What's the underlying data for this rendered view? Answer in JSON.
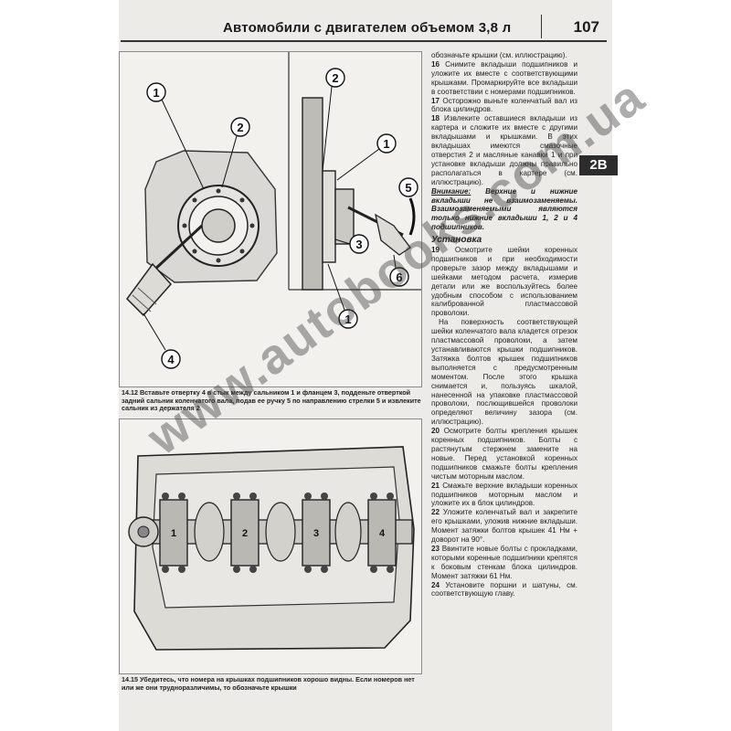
{
  "header": {
    "title": "Автомобили с двигателем объемом 3,8 л",
    "page_number": "107"
  },
  "tab_label": "2B",
  "figure1": {
    "callouts": [
      "1",
      "2",
      "4",
      "2",
      "1",
      "5",
      "3",
      "6",
      "1"
    ],
    "caption": "14.12 Вставьте отвертку 4 в стык между сальником 1 и фланцем 3, подденьте отверткой задний сальник коленчатого вала, подав ее ручку 5 по направлению стрелки 5 и извлеките сальник из держателя 2"
  },
  "figure2": {
    "callouts": [
      "1",
      "2",
      "3",
      "4"
    ],
    "caption": "14.15 Убедитесь, что номера на крышках подшипников хорошо видны. Если номеров нет или же они трудноразличимы, то обозначьте крышки"
  },
  "text": {
    "p0": "обозначьте крышки (см. иллюстрацию).",
    "n16": "16",
    "p16": "Снимите вкладыши подшипников и уложите их вместе с соответствующими крышками. Промаркируйте все вкладыши в соответствии с номерами подшипников.",
    "n17": "17",
    "p17": "Осторожно выньте коленчатый вал из блока цилиндров.",
    "n18": "18",
    "p18": "Извлеките оставшиеся вкладыши из картера и сложите их вместе с другими вкладышами и крышками. В этих вкладышах имеются смазочные отверстия 2 и масляные канавки 1 и при установке вкладыши должны правильно располагаться в картере (см. иллюстрацию).",
    "warn_label": "Внимание:",
    "warn_text": "Верхние и нижние вкладыши не взаимозаменяемы. Взаимозаменяемыми являются только нижние вкладыши 1, 2 и 4 подшипников.",
    "section": "Установка",
    "n19": "19",
    "p19": "Осмотрите шейки коренных подшипников и при необходимости проверьте зазор между вкладышами и шейками методом расчета, измерив детали или же воспользуйтесь более удобным способом с использованием калиброванной пластмассовой проволоки.",
    "p19b": "На поверхность соответствующей шейки коленчатого вала кладется отрезок пластмассовой проволоки, а затем устанавливаются крышки подшипников. Затяжка болтов крышек подшипников выполняется с предусмотренным моментом. После этого крышка снимается и, пользуясь шкалой, нанесенной на упаковке пластмассовой проволоки, послющившейся проволоки определяют величину зазора (см. иллюстрацию).",
    "n20": "20",
    "p20": "Осмотрите болты крепления крышек коренных подшипников. Болты с растянутым стержнем замените на новые. Перед установкой коренных подшипников смажьте болты крепления чистым моторным маслом.",
    "n21": "21",
    "p21": "Смажьте верхние вкладыши коренных подшипников моторным маслом и уложите их в блок цилиндров.",
    "n22": "22",
    "p22": "Уложите коленчатый вал и закрепите его крышками, уложив нижние вкладыши. Момент затяжки болтов крышек 41 Нм + доворот на 90°.",
    "n23": "23",
    "p23": "Ввинтите новые болты с прокладками, которыми коренные подшипники крепятся к боковым стенкам блока цилиндров. Момент затяжки 61 Нм.",
    "n24": "24",
    "p24": "Установите поршни и шатуны, см. соответствующую главу."
  },
  "watermark": "www.autobooks.com.ua"
}
